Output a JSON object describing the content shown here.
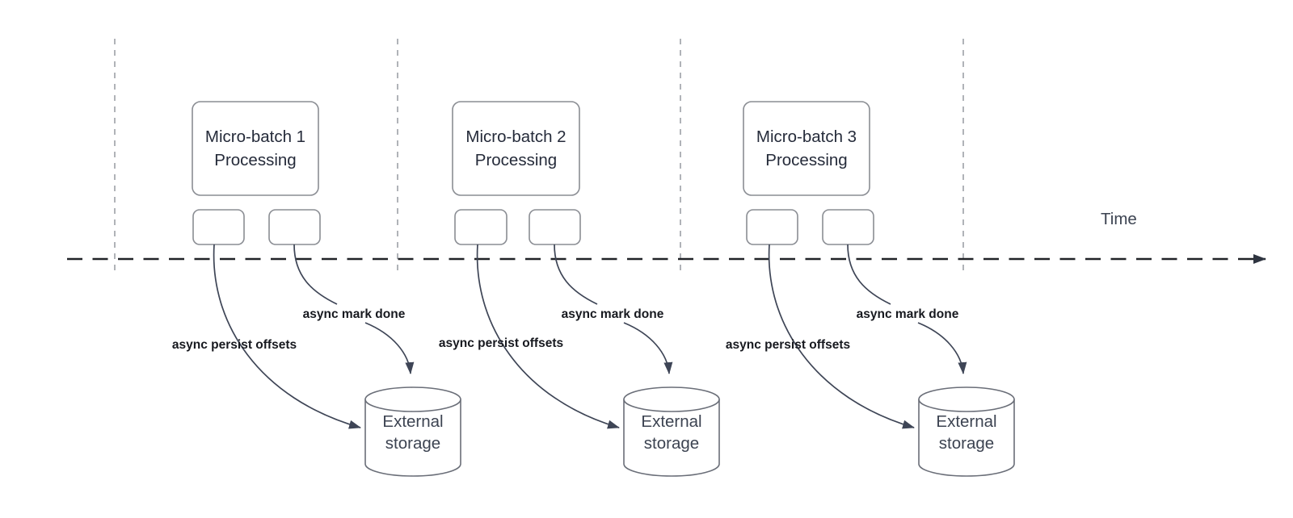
{
  "timeline": {
    "label": "Time"
  },
  "batches": [
    {
      "title": "Micro-batch 1\nProcessing",
      "persist_label": "async persist offsets",
      "mark_done_label": "async mark done",
      "storage_label": "External\nstorage"
    },
    {
      "title": "Micro-batch 2\nProcessing",
      "persist_label": "async persist offsets",
      "mark_done_label": "async mark done",
      "storage_label": "External\nstorage"
    },
    {
      "title": "Micro-batch 3\nProcessing",
      "persist_label": "async persist offsets",
      "mark_done_label": "async mark done",
      "storage_label": "External\nstorage"
    }
  ],
  "colors": {
    "guide_color": "#b0b3b8",
    "timeline_color": "#212327",
    "box_border_color": "#8a8d93",
    "cylinder_border_color": "#6a6e78",
    "curve_color": "#3e4556",
    "box_text_color": "#252b3a",
    "storage_text_color": "#3c4351",
    "label_text_color": "#17191f",
    "canvas_bg": "#ffffff"
  }
}
